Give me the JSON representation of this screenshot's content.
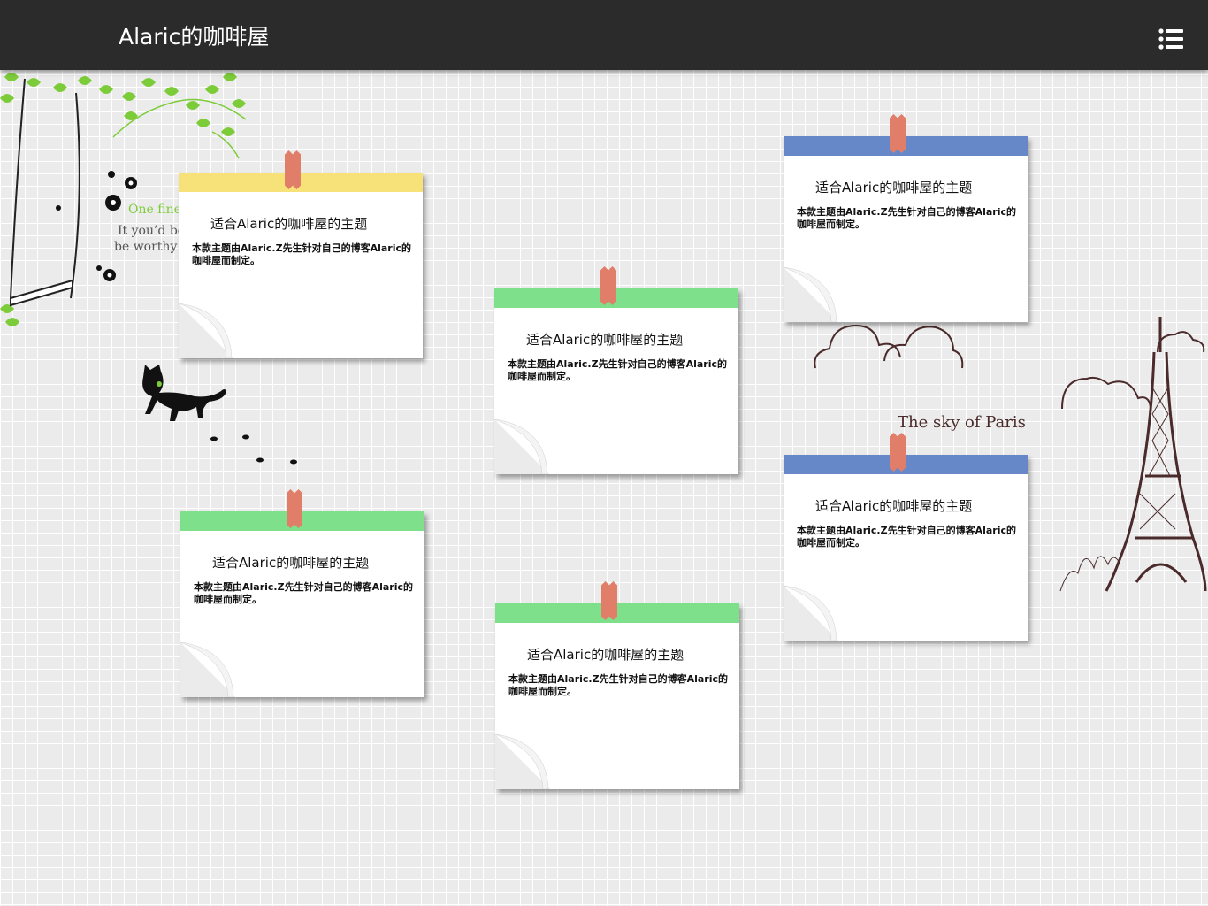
{
  "header": {
    "site_title": "Alaric的咖啡屋",
    "menu_icon": "list-icon"
  },
  "decor": {
    "tagline_1": "One fine",
    "tagline_2": "It you’d be",
    "tagline_3": "be worthy t",
    "paris_label": "The sky of Paris"
  },
  "notes": [
    {
      "id": "yellow",
      "band_color": "#f7e27a",
      "title": "适合Alaric的咖啡屋的主题",
      "desc": "本款主题由Alaric.Z先生针对自己的博客Alaric的咖啡屋而制定。"
    },
    {
      "id": "green-1",
      "band_color": "#7ee08a",
      "title": "适合Alaric的咖啡屋的主题",
      "desc": "本款主题由Alaric.Z先生针对自己的博客Alaric的咖啡屋而制定。"
    },
    {
      "id": "blue-1",
      "band_color": "#6688c8",
      "title": "适合Alaric的咖啡屋的主题",
      "desc": "本款主题由Alaric.Z先生针对自己的博客Alaric的咖啡屋而制定。"
    },
    {
      "id": "green-2",
      "band_color": "#7ee08a",
      "title": "适合Alaric的咖啡屋的主题",
      "desc": "本款主题由Alaric.Z先生针对自己的博客Alaric的咖啡屋而制定。"
    },
    {
      "id": "green-3",
      "band_color": "#7ee08a",
      "title": "适合Alaric的咖啡屋的主题",
      "desc": "本款主题由Alaric.Z先生针对自己的博客Alaric的咖啡屋而制定。"
    },
    {
      "id": "blue-2",
      "band_color": "#6688c8",
      "title": "适合Alaric的咖啡屋的主题",
      "desc": "本款主题由Alaric.Z先生针对自己的博客Alaric的咖啡屋而制定。"
    }
  ],
  "colors": {
    "header_bg": "#2b2b2b",
    "tape": "#e07e6a",
    "leaf": "#7ccc3a"
  }
}
